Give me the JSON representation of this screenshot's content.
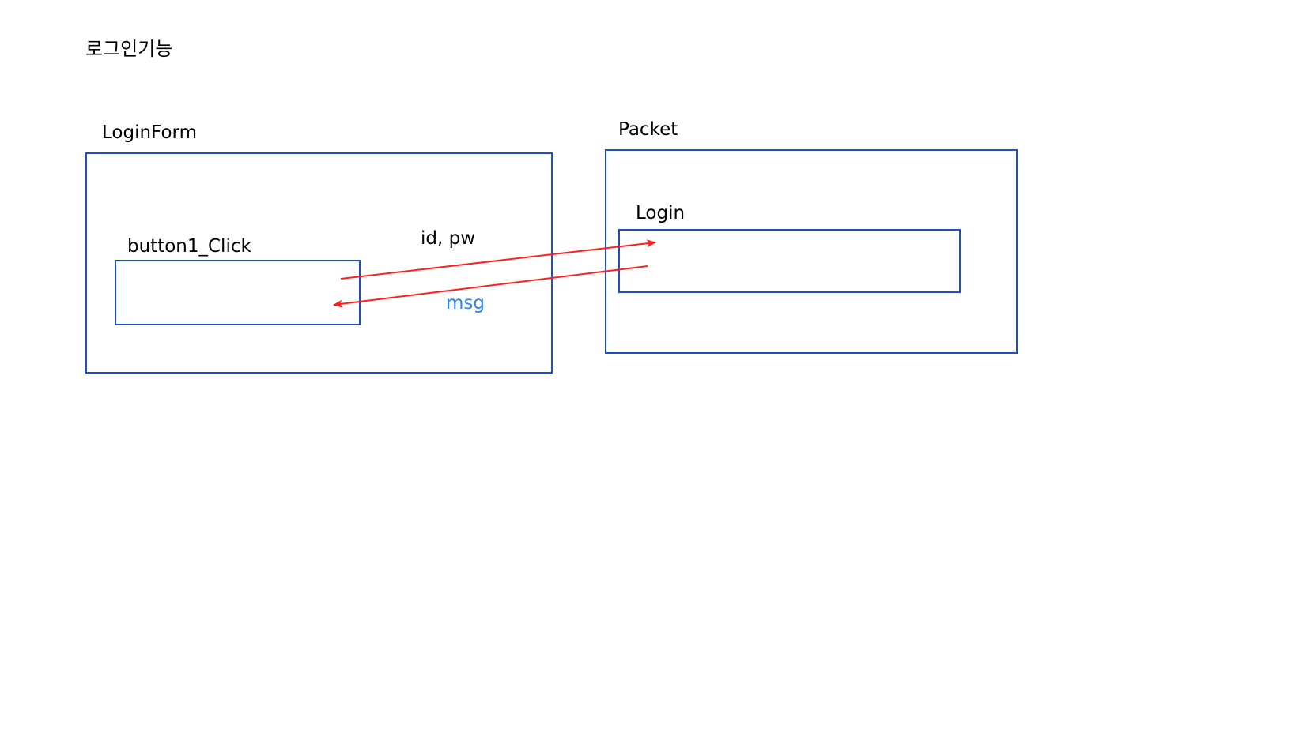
{
  "title": "로그인기능",
  "components": {
    "login_form": {
      "label": "LoginForm"
    },
    "button1_click": {
      "label": "button1_Click"
    },
    "packet": {
      "label": "Packet"
    },
    "login": {
      "label": "Login"
    }
  },
  "flows": {
    "request": {
      "label": "id, pw"
    },
    "response": {
      "label": "msg"
    }
  },
  "colors": {
    "box_border": "#1f4fbf",
    "arrow": "#ff1f1f",
    "response_label": "#2e86f0",
    "text": "#000000"
  }
}
